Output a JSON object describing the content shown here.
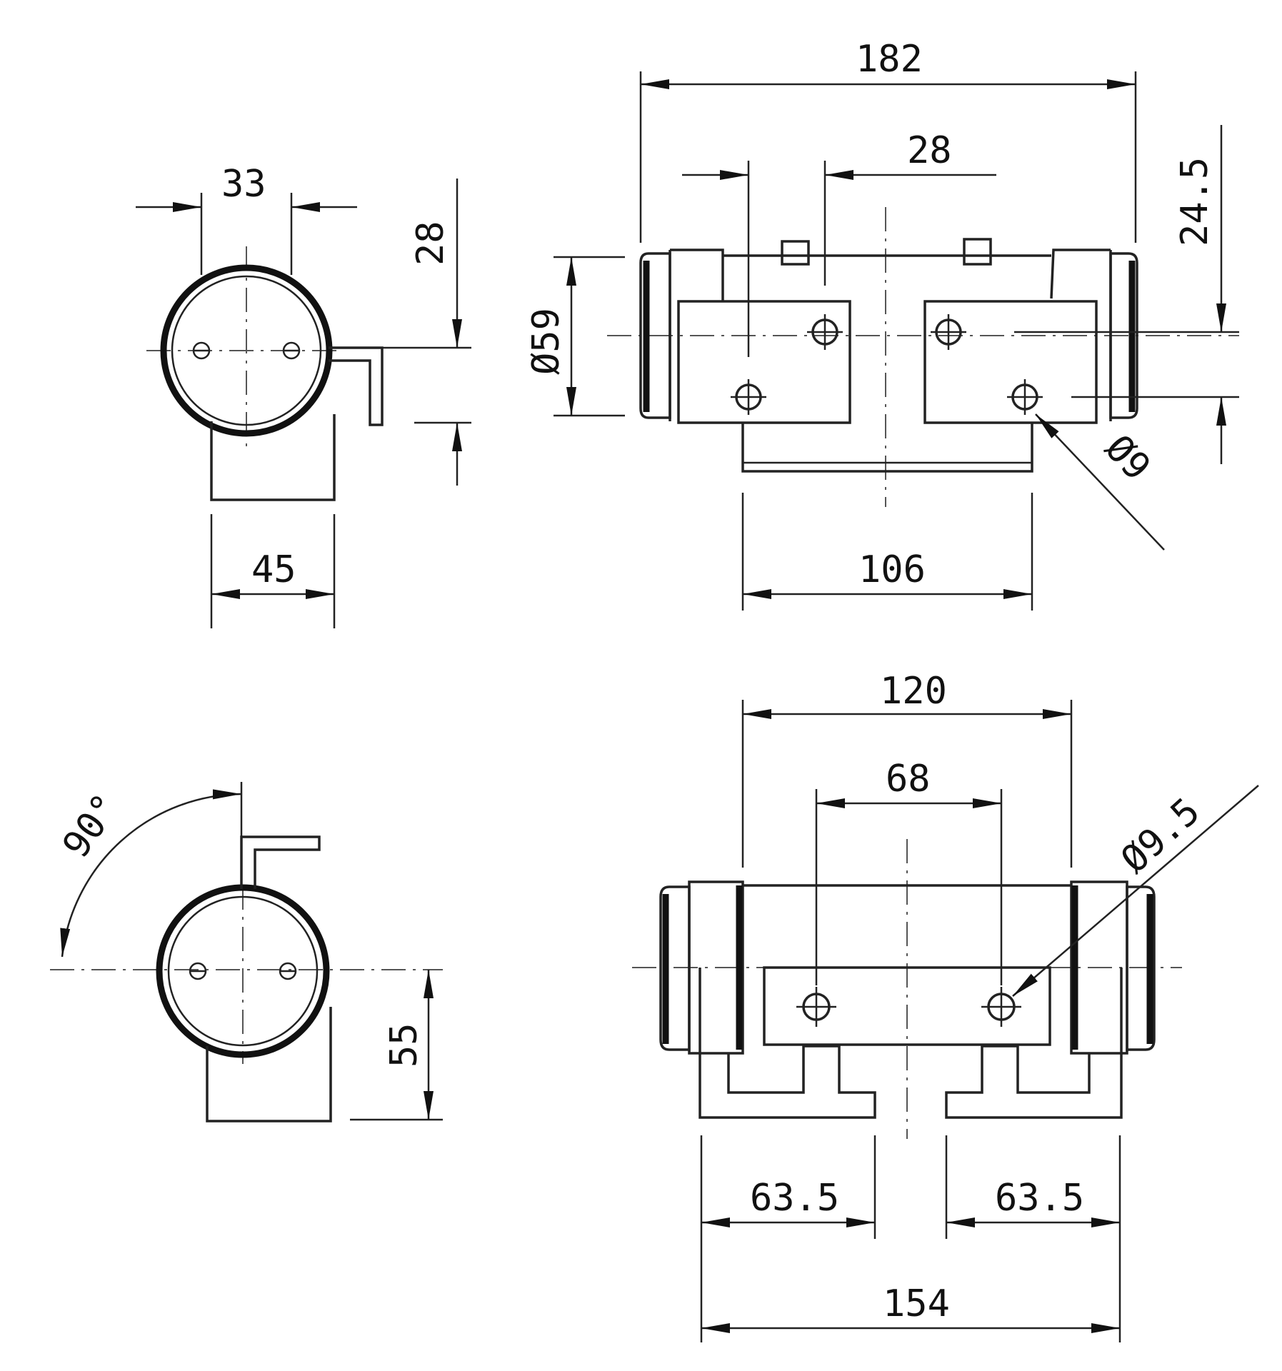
{
  "dimensions": {
    "view1_width": "33",
    "view1_height": "28",
    "view1_base": "45",
    "view2_overall": "182",
    "view2_spacing": "28",
    "view2_offset": "24.5",
    "view2_diameter": "Ø59",
    "view2_hole": "Ø9",
    "view2_base": "106",
    "view3_angle": "90°",
    "view3_height": "55",
    "view4_outer": "120",
    "view4_holes": "68",
    "view4_hole": "Ø9.5",
    "view4_left_foot": "63.5",
    "view4_right_foot": "63.5",
    "view4_overall": "154"
  },
  "colors": {
    "line": "#222222",
    "paper": "#ffffff"
  }
}
